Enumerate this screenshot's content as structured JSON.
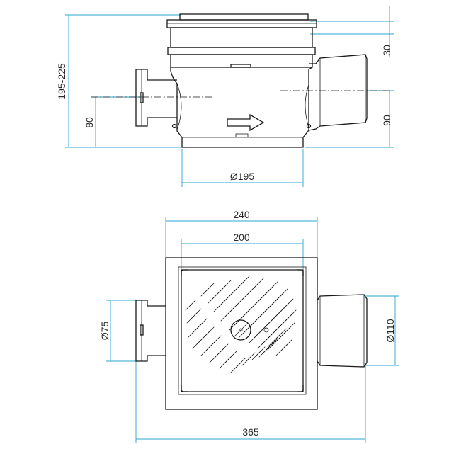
{
  "colors": {
    "dimension": "#29a6cf",
    "outline": "#1a1a1a",
    "background": "#ffffff"
  },
  "side_view": {
    "dims": {
      "height_range": "195-225",
      "inlet_height": "80",
      "flange": "30",
      "outlet_height": "90",
      "body_diameter": "Ø195"
    },
    "icons": {
      "flow_arrow": "arrow-right-icon"
    }
  },
  "top_view": {
    "dims": {
      "outer_width": "240",
      "grate_width": "200",
      "inlet_diameter": "Ø75",
      "outlet_diameter": "Ø110",
      "overall_length": "365"
    }
  }
}
